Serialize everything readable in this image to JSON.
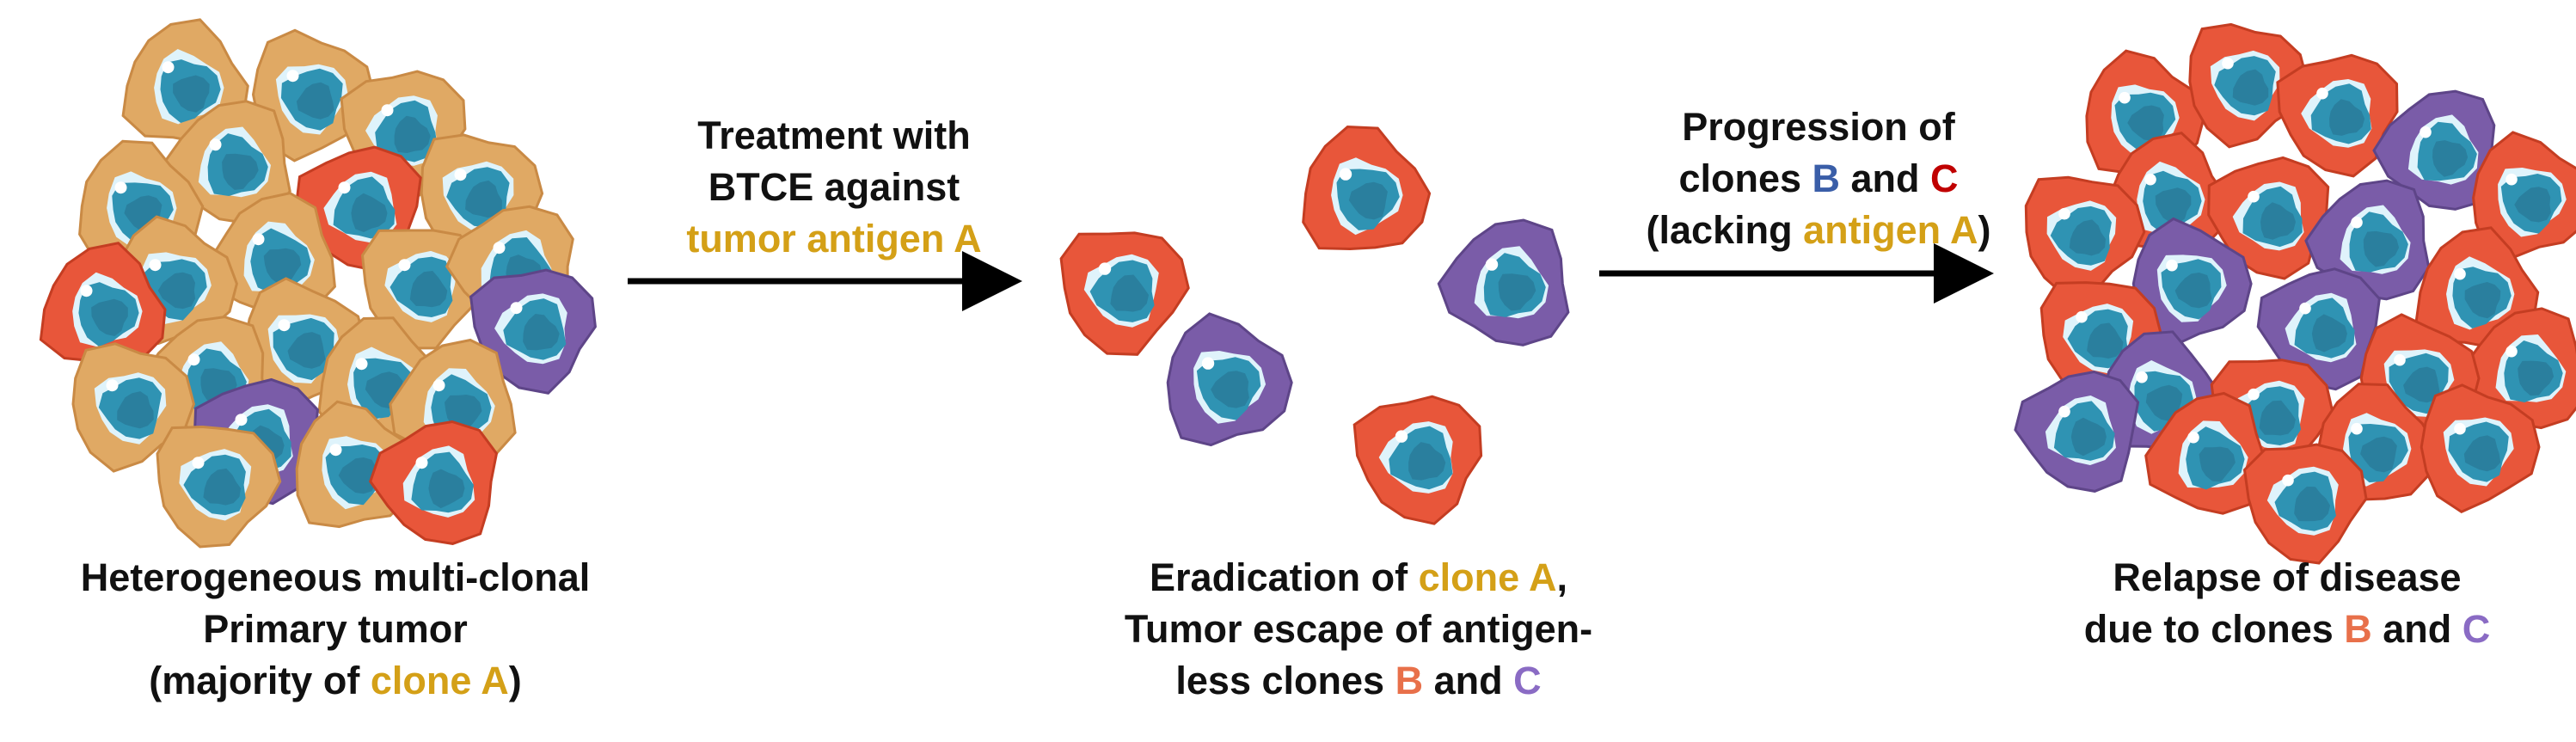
{
  "colors": {
    "clone_a": "#d4a017",
    "clone_b_text": "#e8704a",
    "clone_c_text": "#8a6bc4",
    "clone_b_label_in_arrow": "#3a5ea8",
    "clone_c_label_in_arrow": "#c00000",
    "cell_tan": "#e0a964",
    "cell_red": "#e8563a",
    "cell_purple": "#7a5ca8",
    "nucleus": "#2f93b3",
    "text": "#111111"
  },
  "captions": {
    "left": [
      [
        {
          "t": "Heterogeneous multi-clonal",
          "c": "text"
        }
      ],
      [
        {
          "t": "Primary tumor",
          "c": "text"
        }
      ],
      [
        {
          "t": "(majority of ",
          "c": "text"
        },
        {
          "t": "clone A",
          "c": "clone_a"
        },
        {
          "t": ")",
          "c": "text"
        }
      ]
    ],
    "middle": [
      [
        {
          "t": "Eradication of ",
          "c": "text"
        },
        {
          "t": "clone A",
          "c": "clone_a"
        },
        {
          "t": ",",
          "c": "text"
        }
      ],
      [
        {
          "t": "Tumor escape of antigen-",
          "c": "text"
        }
      ],
      [
        {
          "t": "less clones ",
          "c": "text"
        },
        {
          "t": "B",
          "c": "clone_b_text"
        },
        {
          "t": " and ",
          "c": "text"
        },
        {
          "t": "C",
          "c": "clone_c_text"
        }
      ]
    ],
    "right": [
      [
        {
          "t": "Relapse of disease",
          "c": "text"
        }
      ],
      [
        {
          "t": "due to clones ",
          "c": "text"
        },
        {
          "t": "B",
          "c": "clone_b_text"
        },
        {
          "t": " and ",
          "c": "text"
        },
        {
          "t": "C",
          "c": "clone_c_text"
        }
      ]
    ]
  },
  "arrows": {
    "treatment": [
      [
        {
          "t": "Treatment with",
          "c": "text"
        }
      ],
      [
        {
          "t": "BTCE against",
          "c": "text"
        }
      ],
      [
        {
          "t": "tumor antigen A",
          "c": "clone_a"
        }
      ]
    ],
    "progression": [
      [
        {
          "t": "Progression of",
          "c": "text"
        }
      ],
      [
        {
          "t": "clones ",
          "c": "text"
        },
        {
          "t": "B",
          "c": "clone_b_label_in_arrow"
        },
        {
          "t": " and ",
          "c": "text"
        },
        {
          "t": "C",
          "c": "clone_c_label_in_arrow"
        }
      ],
      [
        {
          "t": "(lacking ",
          "c": "text"
        },
        {
          "t": "antigen A",
          "c": "clone_a"
        },
        {
          "t": ")",
          "c": "text"
        }
      ]
    ]
  },
  "cell_clusters": {
    "primary_tumor": [
      "tan",
      "tan",
      "tan",
      "tan",
      "tan",
      "tan",
      "red",
      "tan",
      "tan",
      "tan",
      "tan",
      "red",
      "tan",
      "purple",
      "tan",
      "tan",
      "tan",
      "purple",
      "tan",
      "tan",
      "tan",
      "red"
    ],
    "after_treatment": [
      "red",
      "red",
      "purple",
      "purple",
      "red"
    ],
    "relapse": [
      "red",
      "red",
      "red",
      "purple",
      "red",
      "red",
      "red",
      "red",
      "purple",
      "red",
      "purple",
      "red",
      "purple",
      "red",
      "purple",
      "red",
      "red",
      "purple",
      "red",
      "red",
      "red",
      "red"
    ]
  }
}
